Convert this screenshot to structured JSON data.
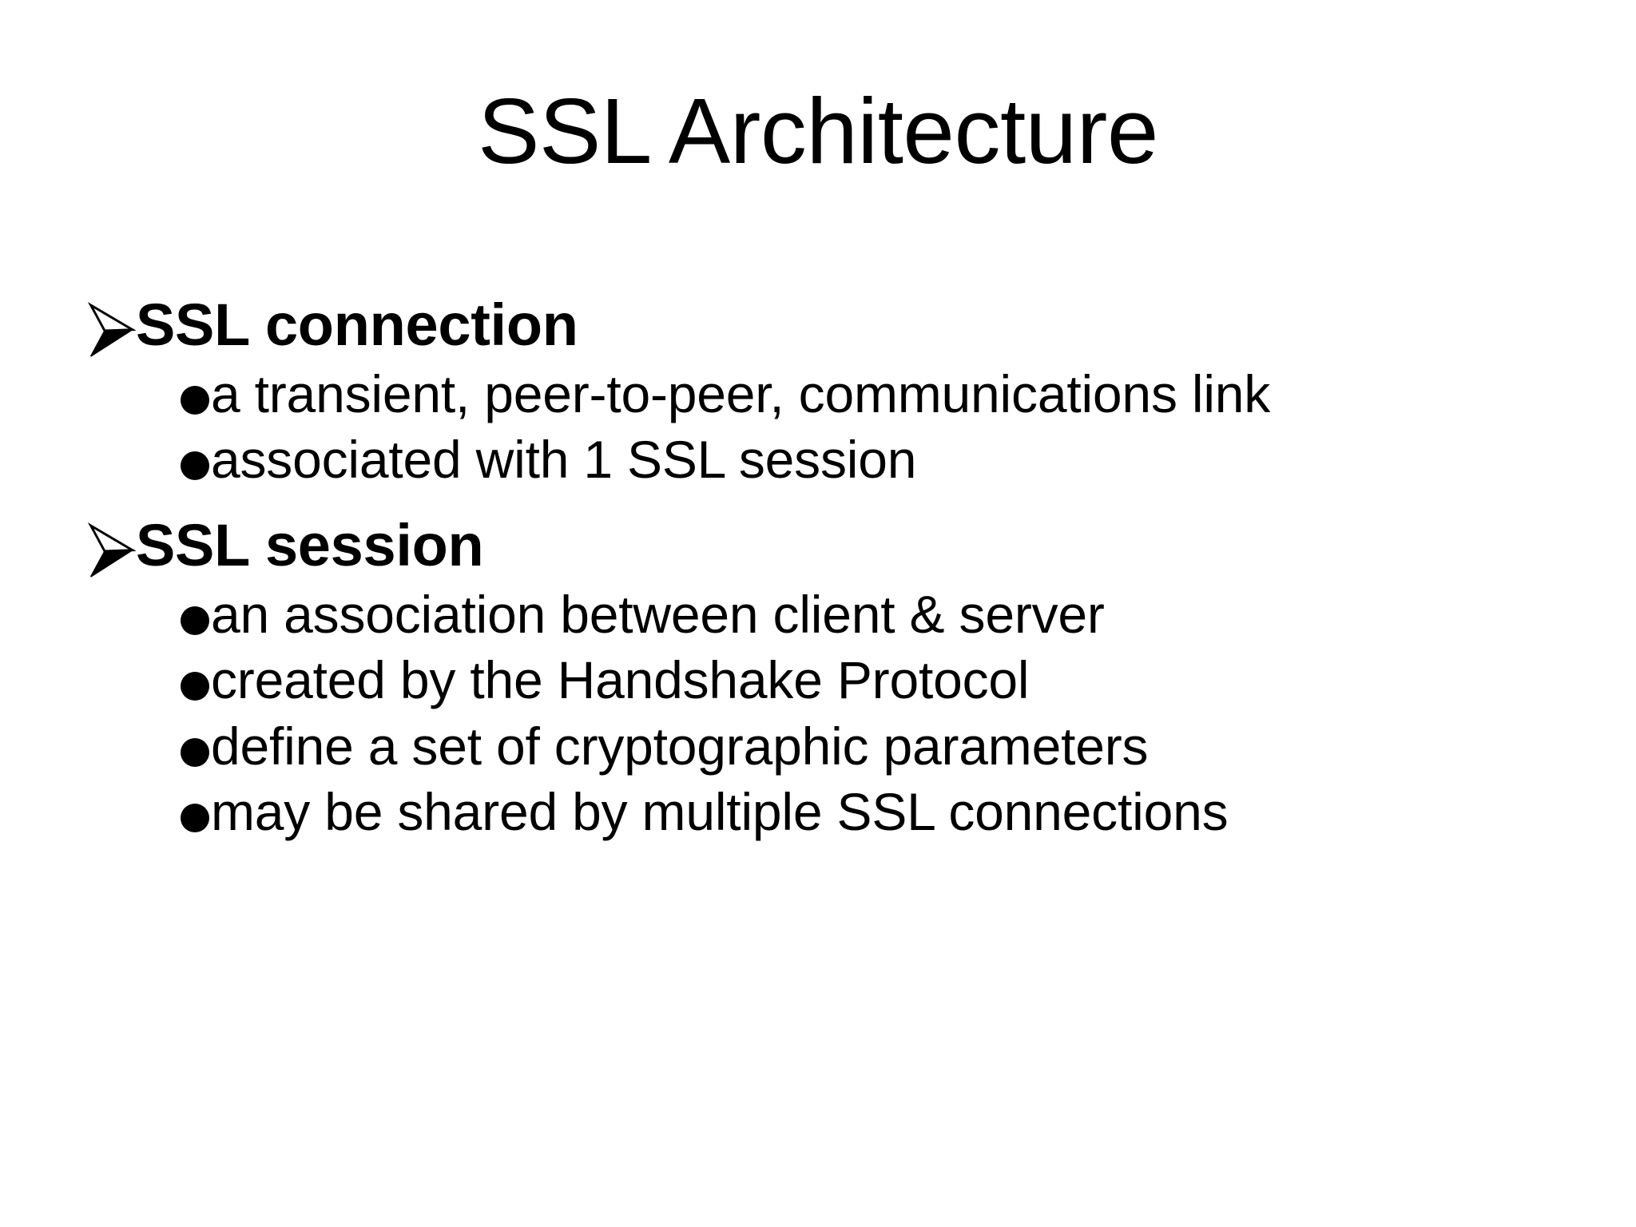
{
  "slide": {
    "title": "SSL Architecture",
    "background_color": "#FFFFFF",
    "text_color": "#000000",
    "bullets": {
      "level1_icon": "arrowhead-bullet-icon",
      "level1_glyph": "➢",
      "level2_icon": "filled-circle-bullet-icon",
      "level2_glyph": "●"
    },
    "sections": [
      {
        "heading": "SSL connection",
        "items": [
          "a transient, peer-to-peer, communications link",
          "associated with 1 SSL session"
        ]
      },
      {
        "heading": "SSL session",
        "items": [
          "an association between client & server",
          "created by the Handshake Protocol",
          "define a set of cryptographic parameters",
          "may be shared by multiple SSL connections"
        ]
      }
    ]
  }
}
